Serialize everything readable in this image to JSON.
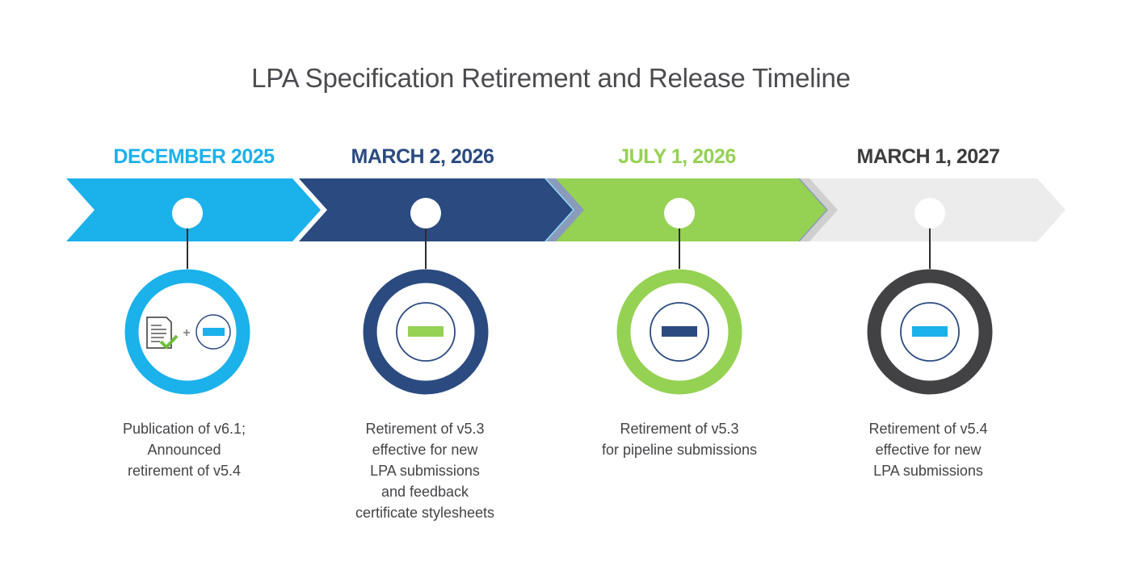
{
  "title": "LPA Specification Retirement and Release Timeline",
  "colors": {
    "light_blue": "#1bb1ea",
    "navy": "#2b4a80",
    "green": "#95d153",
    "gray_band": "#ececec",
    "dark_gray": "#424244",
    "title_text": "#4b4b4f"
  },
  "milestones": [
    {
      "date": "DECEMBER 2025",
      "color": "#1bb1ea",
      "icon": "document-check-plus-minus-icon",
      "description": [
        "Publication of v6.1;",
        "Announced",
        "retirement of v5.4"
      ]
    },
    {
      "date": "MARCH 2, 2026",
      "color": "#2b4a80",
      "icon": "minus-icon",
      "description": [
        "Retirement of v5.3",
        "effective for new",
        "LPA submissions",
        "and feedback",
        "certificate stylesheets"
      ]
    },
    {
      "date": "JULY 1, 2026",
      "color": "#95d153",
      "icon": "minus-icon",
      "description": [
        "Retirement of v5.3",
        "for pipeline submissions"
      ]
    },
    {
      "date": "MARCH 1, 2027",
      "color": "#3c3c3e",
      "icon": "minus-icon",
      "description": [
        "Retirement of v5.4",
        "effective for new",
        "LPA submissions"
      ]
    }
  ]
}
